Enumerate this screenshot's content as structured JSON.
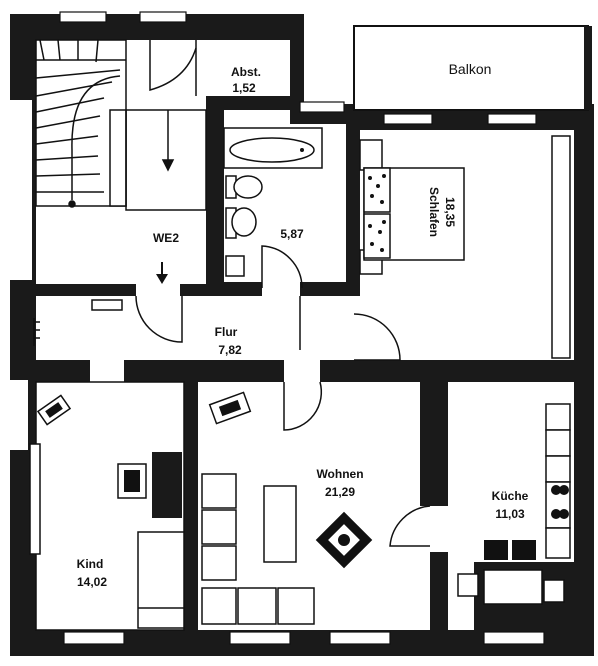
{
  "rooms": {
    "abst": {
      "name": "Abst.",
      "area": "1,52"
    },
    "we2": {
      "name": "WE2"
    },
    "bad": {
      "area": "5,87"
    },
    "schlafen": {
      "name": "Schlafen",
      "area": "18,35"
    },
    "flur": {
      "name": "Flur",
      "area": "7,82"
    },
    "kind": {
      "name": "Kind",
      "area": "14,02"
    },
    "wohnen": {
      "name": "Wohnen",
      "area": "21,29"
    },
    "kueche": {
      "name": "Küche",
      "area": "11,03"
    },
    "balkon": {
      "name": "Balkon"
    }
  },
  "colors": {
    "wall": "#1a1a1a",
    "background": "#ffffff",
    "line": "#111111"
  }
}
